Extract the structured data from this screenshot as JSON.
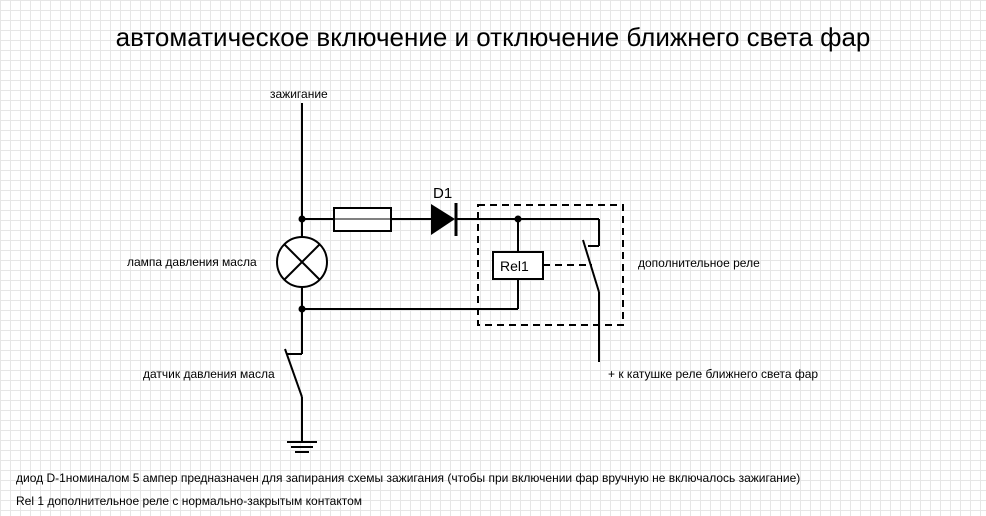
{
  "title": "автоматическое включение и отключение ближнего света фар",
  "labels": {
    "ignition": "зажигание",
    "oil_lamp": "лампа давления масла",
    "oil_sensor": "датчик давления масла",
    "extra_relay": "дополнительное реле",
    "to_coil": "+ к  катушке реле ближнего света фар",
    "diode": "D1",
    "relay": "Rel1"
  },
  "notes": [
    "диод D-1номиналом 5 ампер предназначен для запирания схемы зажигания (чтобы при включении фар вручную не включалось зажигание)",
    "Rel 1 дополнительное реле с нормально-закрытым контактом"
  ]
}
